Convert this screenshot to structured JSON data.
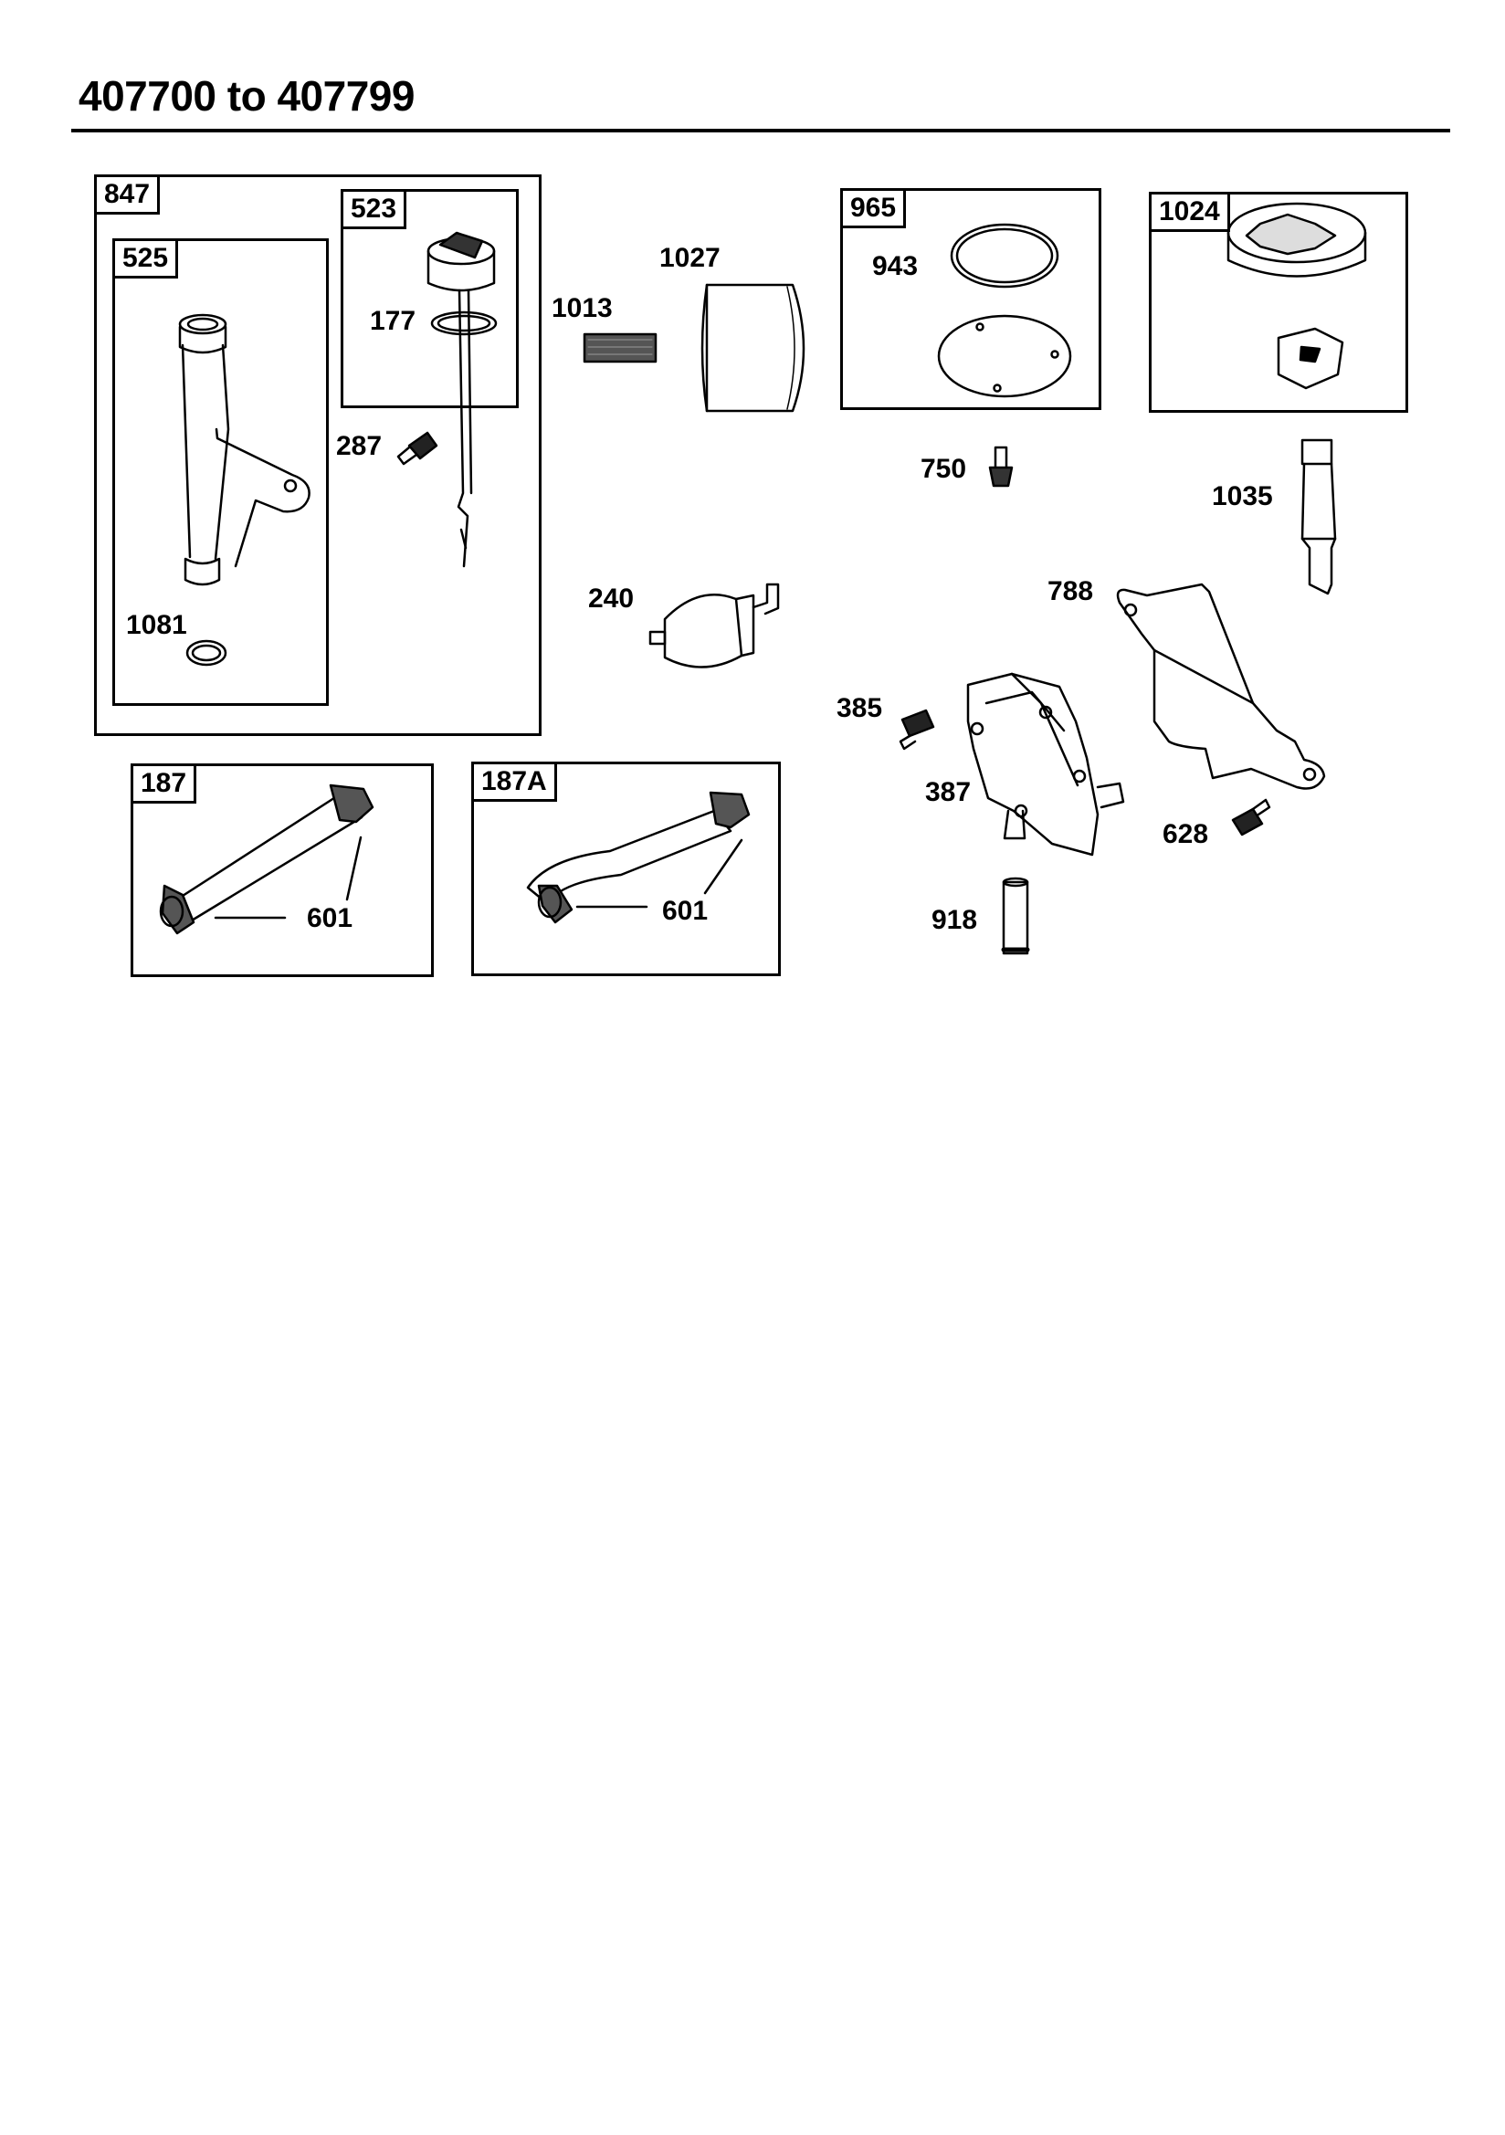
{
  "header": {
    "title": "407700 to 407799"
  },
  "kits": {
    "k847": "847",
    "k525": "525",
    "k523": "523",
    "k965": "965",
    "k1024": "1024",
    "k187": "187",
    "k187a": "187A"
  },
  "parts": {
    "p177": "177",
    "p287": "287",
    "p1081": "1081",
    "p1013": "1013",
    "p1027": "1027",
    "p943": "943",
    "p750": "750",
    "p1035": "1035",
    "p240": "240",
    "p788": "788",
    "p385": "385",
    "p387": "387",
    "p628": "628",
    "p918": "918",
    "p601a": "601",
    "p601b": "601"
  }
}
